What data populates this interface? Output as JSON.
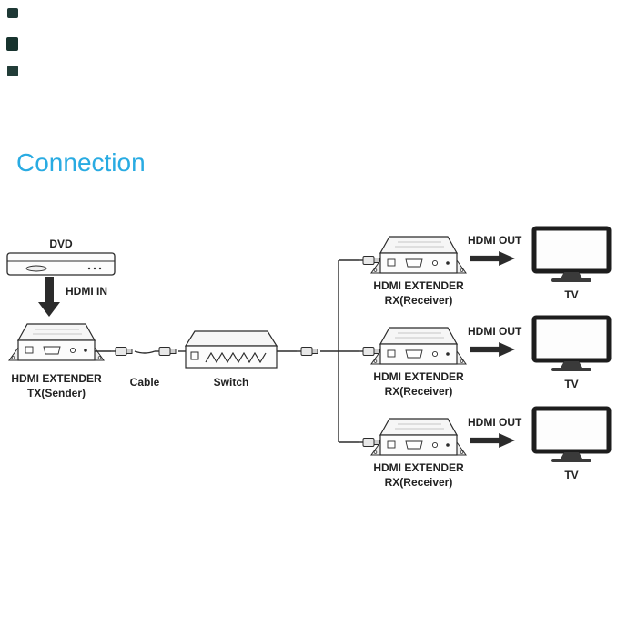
{
  "title": "Connection",
  "colors": {
    "title": "#29abe2",
    "ink": "#2b2b2b"
  },
  "source": {
    "label": "DVD",
    "connection_label": "HDMI IN"
  },
  "sender": {
    "name_line1": "HDMI EXTENDER",
    "name_line2": "TX(Sender)"
  },
  "cable": {
    "label": "Cable"
  },
  "network_switch": {
    "label": "Switch"
  },
  "receivers": [
    {
      "name_line1": "HDMI EXTENDER",
      "name_line2": "RX(Receiver)",
      "output_label": "HDMI OUT",
      "display_label": "TV"
    },
    {
      "name_line1": "HDMI EXTENDER",
      "name_line2": "RX(Receiver)",
      "output_label": "HDMI OUT",
      "display_label": "TV"
    },
    {
      "name_line1": "HDMI EXTENDER",
      "name_line2": "RX(Receiver)",
      "output_label": "HDMI OUT",
      "display_label": "TV"
    }
  ]
}
